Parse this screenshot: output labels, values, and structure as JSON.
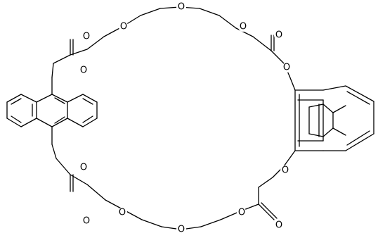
{
  "molecule": {
    "atom_labels": {
      "O_top_carbonyl_left": "O",
      "O_top_ester_left": "O",
      "O_top_ether_center": "O",
      "O_top_ester_right": "O",
      "O_top_carbonyl_right": "O",
      "O_left_aryl_ether_top": "O",
      "O_right_aryl_ether_top": "O",
      "O_left_aryl_ether_bottom": "O",
      "O_right_aryl_ether_bottom": "O",
      "O_bottom_carbonyl_left": "O",
      "O_bottom_ester_left": "O",
      "O_bottom_ether_center": "O",
      "O_bottom_ester_right": "O",
      "O_bottom_carbonyl_right": "O"
    }
  }
}
